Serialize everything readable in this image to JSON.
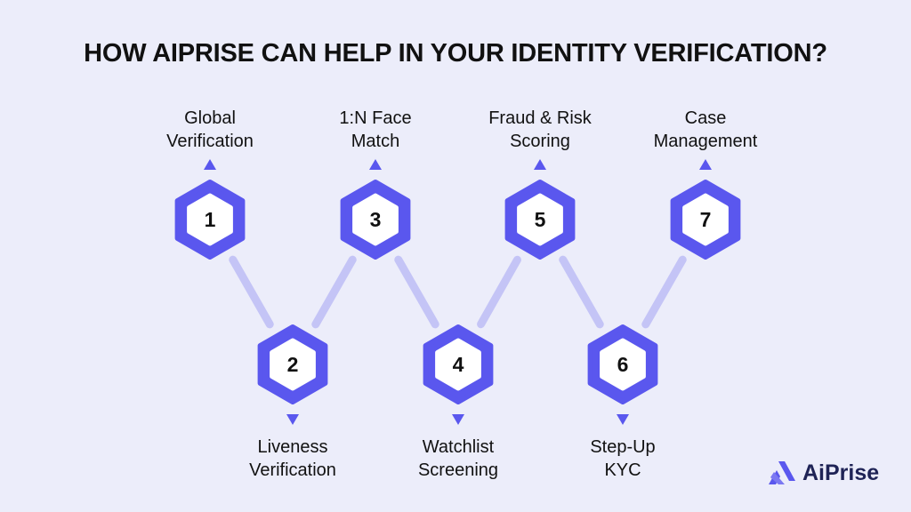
{
  "title": "HOW AIPRISE CAN HELP IN YOUR IDENTITY VERIFICATION?",
  "colors": {
    "background": "#ecedfa",
    "hexagon": "#5a57ee",
    "hexagon_inner": "#ffffff",
    "connector": "#c4c4f6",
    "arrow": "#5a57ee",
    "text": "#111111",
    "logo_text": "#1f2356"
  },
  "steps": [
    {
      "number": "1",
      "label_lines": [
        "Global",
        "Verification"
      ],
      "position": "top"
    },
    {
      "number": "2",
      "label_lines": [
        "Liveness",
        "Verification"
      ],
      "position": "bottom"
    },
    {
      "number": "3",
      "label_lines": [
        "1:N Face",
        "Match"
      ],
      "position": "top"
    },
    {
      "number": "4",
      "label_lines": [
        "Watchlist",
        "Screening"
      ],
      "position": "bottom"
    },
    {
      "number": "5",
      "label_lines": [
        "Fraud & Risk",
        "Scoring"
      ],
      "position": "top"
    },
    {
      "number": "6",
      "label_lines": [
        "Step-Up",
        "KYC"
      ],
      "position": "bottom"
    },
    {
      "number": "7",
      "label_lines": [
        "Case",
        "Management"
      ],
      "position": "top"
    }
  ],
  "logo": {
    "text": "AiPrise",
    "icon": "aiprise-logo-icon"
  }
}
